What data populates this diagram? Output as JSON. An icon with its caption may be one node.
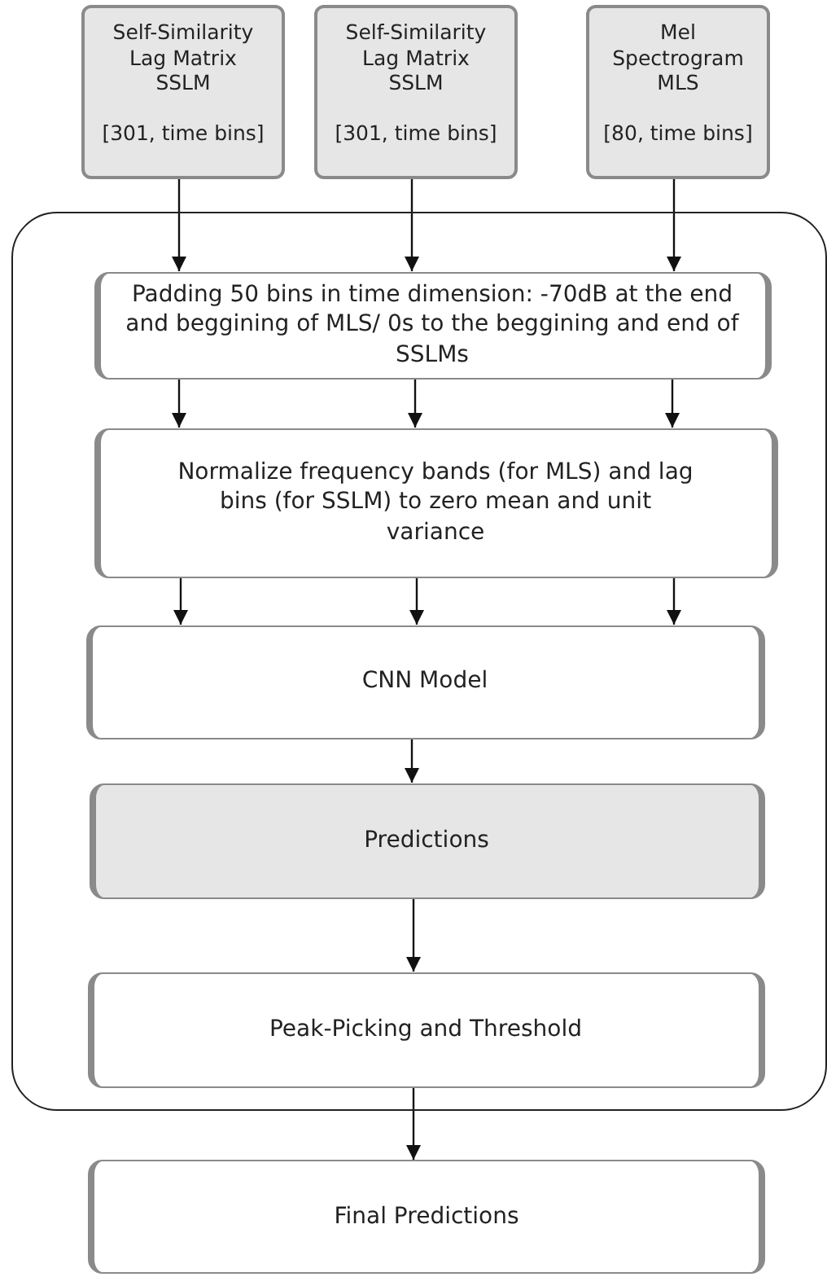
{
  "diagram": {
    "nodes": [
      {
        "text": [],
        "shape": "box"
      },
      {
        "text": [
          "Self-Similarity Lag Matrix SSLM",
          "[301, time bins]"
        ]
      },
      {
        "text": [
          "Self-Similarity Lag Matrix SSLM",
          "[301, time bins]"
        ]
      },
      {
        "text": [
          "Mel Spectrogram MLS",
          "[80, time bins]"
        ]
      },
      {
        "text": [
          "Padding 50 bins in time dimension: -70dB at the end and beggining of MLS/ 0s to the beggining and end of SSLMs"
        ],
        "in": 0
      },
      {
        "text": [
          "Normalize frequency bands (for MLS) and lag bins (for SSLM) to zero mean and unit variance"
        ],
        "in": 0
      },
      {
        "text": [
          "CNN Model"
        ],
        "in": 0
      },
      {
        "text": [
          "Predictions"
        ],
        "in": 0
      },
      {
        "text": [
          "Peak-Picking and Threshold"
        ],
        "in": 0
      },
      {
        "text": [
          "Final Predictions"
        ]
      }
    ],
    "edges": [
      {
        "from": 1,
        "to": 4,
        "arrow": "to"
      },
      {
        "from": 2,
        "to": 4,
        "arrow": "to"
      },
      {
        "from": 3,
        "to": 4,
        "arrow": "to"
      },
      {
        "from": 4,
        "to": 5,
        "arrow": "to"
      },
      {
        "from": 4,
        "to": 5,
        "arrow": "to"
      },
      {
        "from": 4,
        "to": 5,
        "arrow": "to"
      },
      {
        "from": 5,
        "to": 6,
        "arrow": "to"
      },
      {
        "from": 5,
        "to": 6,
        "arrow": "to"
      },
      {
        "from": 5,
        "to": 6,
        "arrow": "to"
      },
      {
        "from": 6,
        "to": 7,
        "arrow": "to"
      },
      {
        "from": 7,
        "to": 8,
        "arrow": "to"
      },
      {
        "from": 8,
        "to": 9,
        "arrow": "to"
      }
    ]
  }
}
